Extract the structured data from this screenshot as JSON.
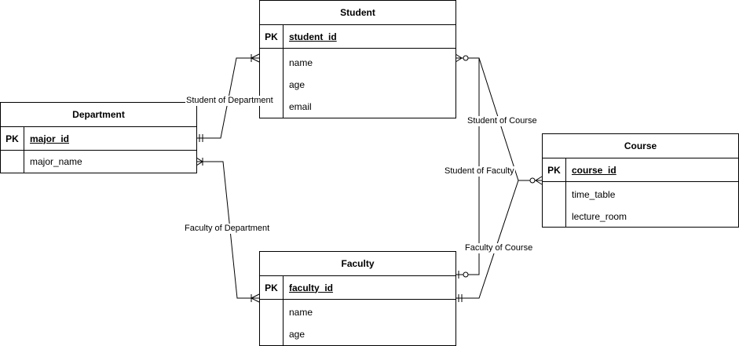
{
  "entities": {
    "student": {
      "title": "Student",
      "pk_label": "PK",
      "pk_field": "student_id",
      "attributes": [
        "name",
        "age",
        "email"
      ]
    },
    "department": {
      "title": "Department",
      "pk_label": "PK",
      "pk_field": "major_id",
      "attributes": [
        "major_name"
      ]
    },
    "course": {
      "title": "Course",
      "pk_label": "PK",
      "pk_field": "course_id",
      "attributes": [
        "time_table",
        "lecture_room"
      ]
    },
    "faculty": {
      "title": "Faculty",
      "pk_label": "PK",
      "pk_field": "faculty_id",
      "attributes": [
        "name",
        "age"
      ]
    }
  },
  "relationships": {
    "student_of_department": "Student of Department",
    "faculty_of_department": "Faculty of Department",
    "student_of_course": "Student of Course",
    "student_of_faculty": "Student of Faculty",
    "faculty_of_course": "Faculty of Course"
  },
  "colors": {
    "line": "#000000",
    "background": "#ffffff"
  }
}
